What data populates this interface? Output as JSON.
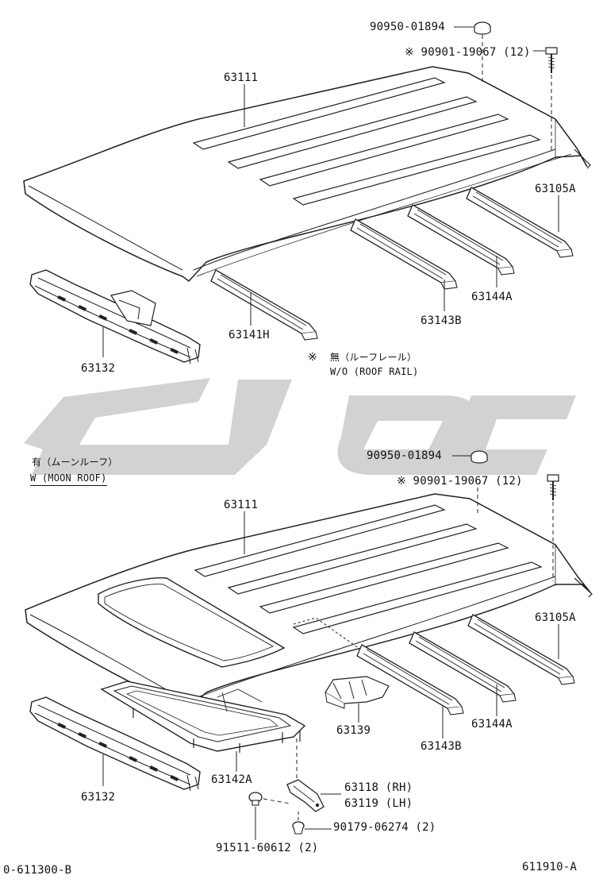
{
  "colors": {
    "line": "#222222",
    "watermark": "#d2d2d2",
    "background": "#ffffff"
  },
  "watermark": {
    "icon": "arabic-logo-watermark"
  },
  "top_section": {
    "part_labels": {
      "cap": "90950-01894",
      "bolt": "※ 90901-19067 (12)",
      "roof_panel": "63111",
      "rear_bow": "63105A",
      "bow_a": "63144A",
      "bow_b": "63143B",
      "bow_h": "63141H",
      "front_header": "63132"
    },
    "note_mark": "※",
    "note_jp": "無（ルーフレール）",
    "note_en": "W/O (ROOF RAIL)"
  },
  "bottom_section": {
    "variant_jp": "有（ムーンルーフ）",
    "variant_en": "W (MOON ROOF)",
    "part_labels": {
      "cap": "90950-01894",
      "bolt": "※ 90901-19067 (12)",
      "roof_panel": "63111",
      "rear_bow": "63105A",
      "bow_a": "63144A",
      "bow_b": "63143B",
      "bracket": "63139",
      "moonroof_frame": "63142A",
      "front_header": "63132",
      "bracket_rh": "63118 (RH)",
      "bracket_lh": "63119 (LH)",
      "clip": "90179-06274 (2)",
      "grommet": "91511-60612 (2)"
    }
  },
  "footer": {
    "left_code": "0-611300-B",
    "right_code": "611910-A"
  }
}
